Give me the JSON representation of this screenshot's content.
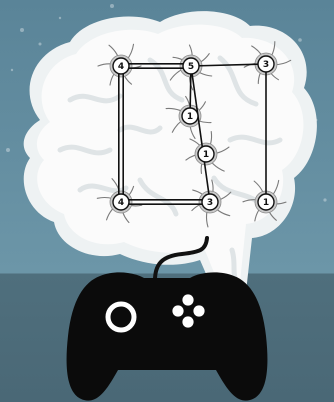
{
  "puzzle": {
    "nodes": [
      {
        "id": "n-top-left",
        "value": "4"
      },
      {
        "id": "n-top-mid",
        "value": "5"
      },
      {
        "id": "n-top-right",
        "value": "3"
      },
      {
        "id": "n-mid-upper",
        "value": "1"
      },
      {
        "id": "n-mid-lower",
        "value": "1"
      },
      {
        "id": "n-bot-left",
        "value": "4"
      },
      {
        "id": "n-bot-mid",
        "value": "3"
      },
      {
        "id": "n-bot-right",
        "value": "1"
      }
    ],
    "bridges": [
      {
        "from": "n-top-left",
        "to": "n-top-mid",
        "count": 2
      },
      {
        "from": "n-top-mid",
        "to": "n-top-right",
        "count": 1
      },
      {
        "from": "n-top-left",
        "to": "n-bot-left",
        "count": 2
      },
      {
        "from": "n-top-mid",
        "to": "n-mid-upper",
        "count": 1
      },
      {
        "from": "n-top-mid",
        "to": "n-bot-mid",
        "count": 1
      },
      {
        "from": "n-top-right",
        "to": "n-bot-right",
        "count": 1
      },
      {
        "from": "n-bot-left",
        "to": "n-bot-mid",
        "count": 2
      }
    ]
  },
  "colors": {
    "background_top": "#5f8a9e",
    "background_bottom": "#4d6d7b",
    "brain_fill": "#fafafa",
    "brain_outline": "#e9eef0",
    "controller": "#0b0b0b",
    "controller_buttons": "#ffffff"
  },
  "icons": {
    "brain": "brain-icon",
    "controller": "gamepad-icon"
  }
}
